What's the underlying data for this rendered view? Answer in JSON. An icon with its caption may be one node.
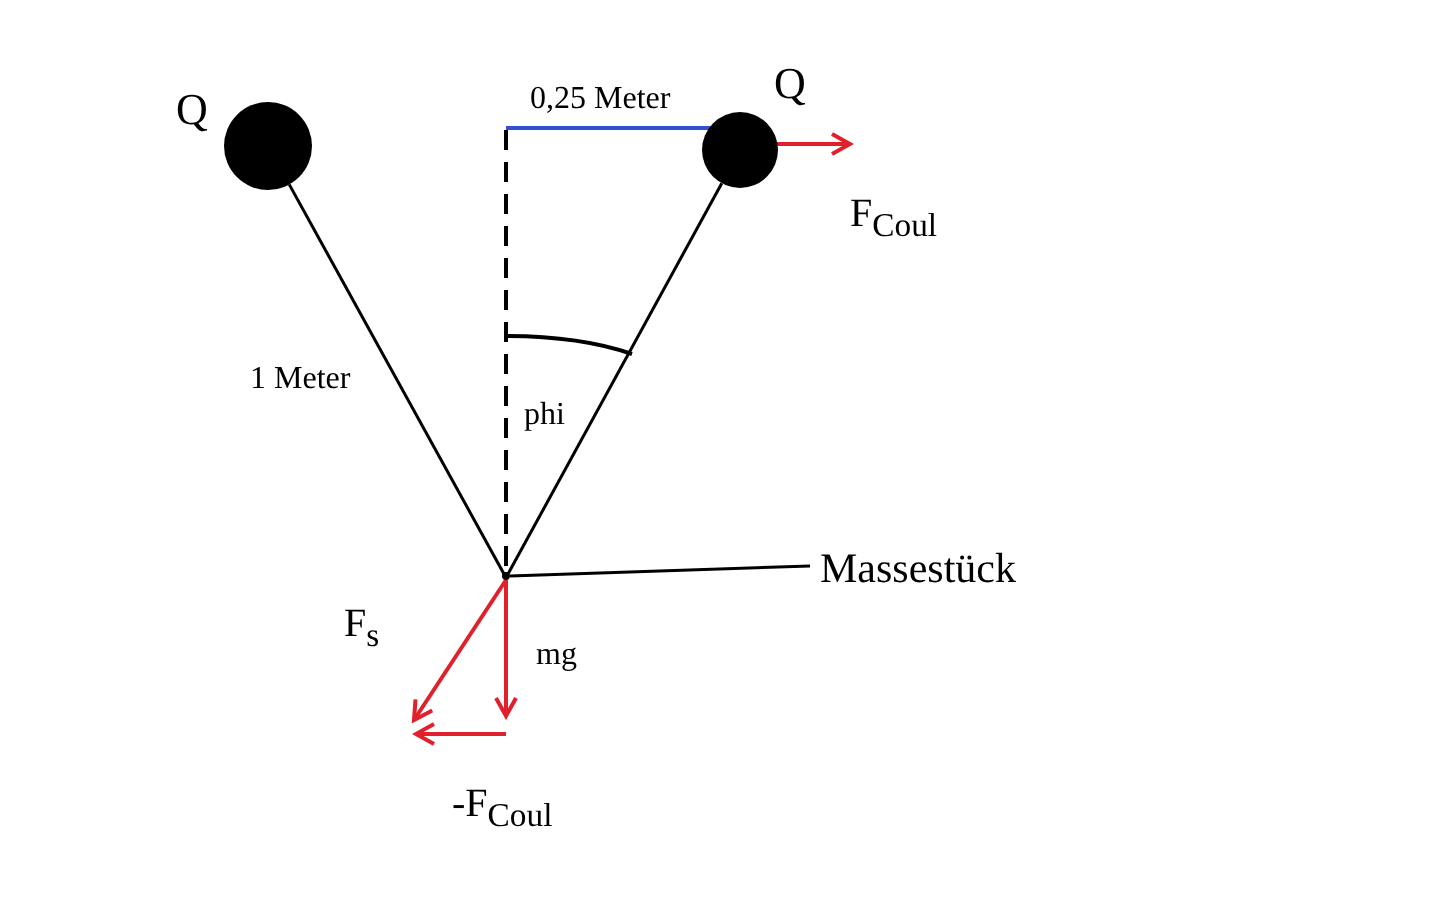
{
  "diagram": {
    "nodes": [
      {
        "text": [
          "Q"
        ]
      },
      {
        "text": [
          "Q"
        ]
      },
      {
        "text": [
          "Massestück"
        ]
      },
      {
        "text": [],
        "shape": "point"
      }
    ],
    "edges": [
      {
        "from": 0,
        "to": 3,
        "arrow": "none",
        "label": "1 Meter"
      },
      {
        "from": 1,
        "to": 3,
        "arrow": "none"
      },
      {
        "from": 2,
        "to": 3,
        "arrow": "none"
      }
    ],
    "labels": [
      "0,25 Meter",
      "F$_{Coul}$",
      "phi",
      "F$_{s}$",
      "mg",
      "-F$_{Coul}$"
    ]
  }
}
